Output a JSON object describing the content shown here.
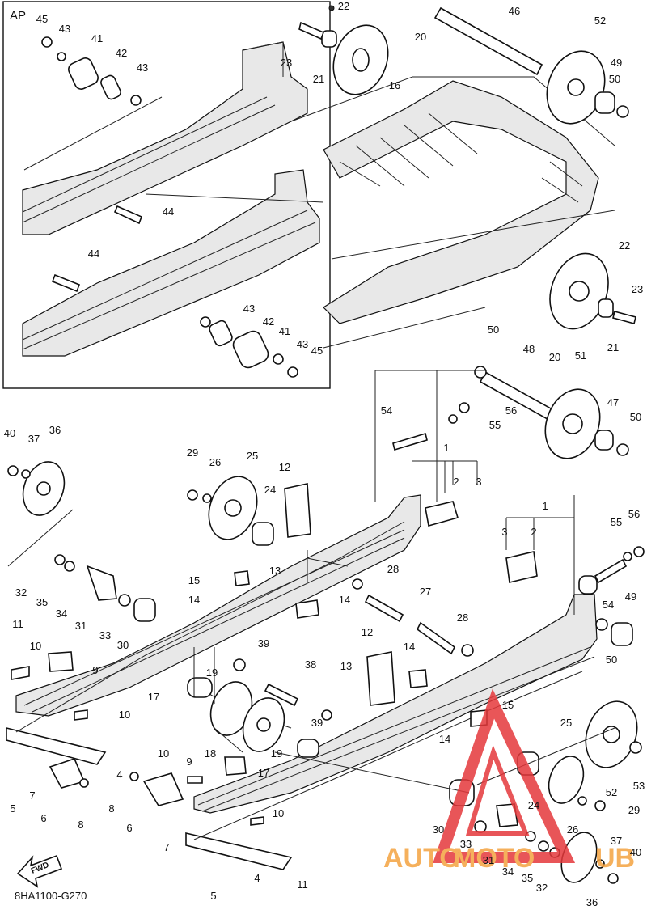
{
  "inset_label": "AP",
  "diagram_code": "8HA1100-G270",
  "fwd_label": "FWD",
  "watermark": {
    "text_left": "AUTO",
    "text_mid": "MOTO",
    "text_right": "UB",
    "color_red": "#e5383b",
    "color_orange": "#f4a340"
  },
  "callouts": [
    "45",
    "43",
    "41",
    "42",
    "43",
    "44",
    "44",
    "43",
    "42",
    "41",
    "43",
    "45",
    "22",
    "23",
    "21",
    "20",
    "16",
    "46",
    "52",
    "49",
    "50",
    "22",
    "23",
    "20",
    "21",
    "50",
    "48",
    "51",
    "47",
    "50",
    "54",
    "56",
    "55",
    "1",
    "2",
    "3",
    "1",
    "3",
    "2",
    "55",
    "56",
    "54",
    "49",
    "50",
    "40",
    "37",
    "36",
    "32",
    "35",
    "34",
    "31",
    "33",
    "30",
    "29",
    "26",
    "25",
    "12",
    "24",
    "13",
    "15",
    "14",
    "14",
    "28",
    "27",
    "28",
    "11",
    "10",
    "9",
    "10",
    "19",
    "39",
    "38",
    "17",
    "18",
    "19",
    "39",
    "17",
    "4",
    "7",
    "6",
    "8",
    "5",
    "10",
    "9",
    "10",
    "8",
    "6",
    "7",
    "12",
    "13",
    "14",
    "15",
    "14",
    "25",
    "24",
    "26",
    "30",
    "33",
    "31",
    "34",
    "35",
    "32",
    "36",
    "37",
    "40",
    "52",
    "53",
    "29",
    "11",
    "4",
    "5"
  ]
}
